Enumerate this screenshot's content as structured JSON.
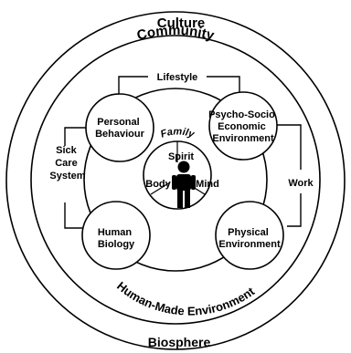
{
  "outer_rings": {
    "culture": "Culture",
    "biosphere": "Biosphere",
    "community": "Community",
    "human_made": "Human-Made Environment"
  },
  "connectors": {
    "lifestyle": "Lifestyle",
    "sick_care": [
      "Sick",
      "Care",
      "System"
    ],
    "work": "Work"
  },
  "circles": {
    "personal": [
      "Personal",
      "Behaviour"
    ],
    "psycho": [
      "Psycho-Socio",
      "Economic",
      "Environment"
    ],
    "human_bio": [
      "Human",
      "Biology"
    ],
    "physical": [
      "Physical",
      "Environment"
    ]
  },
  "center": {
    "family": "Family",
    "spirit": "Spirit",
    "body": "Body",
    "mind": "Mind"
  }
}
